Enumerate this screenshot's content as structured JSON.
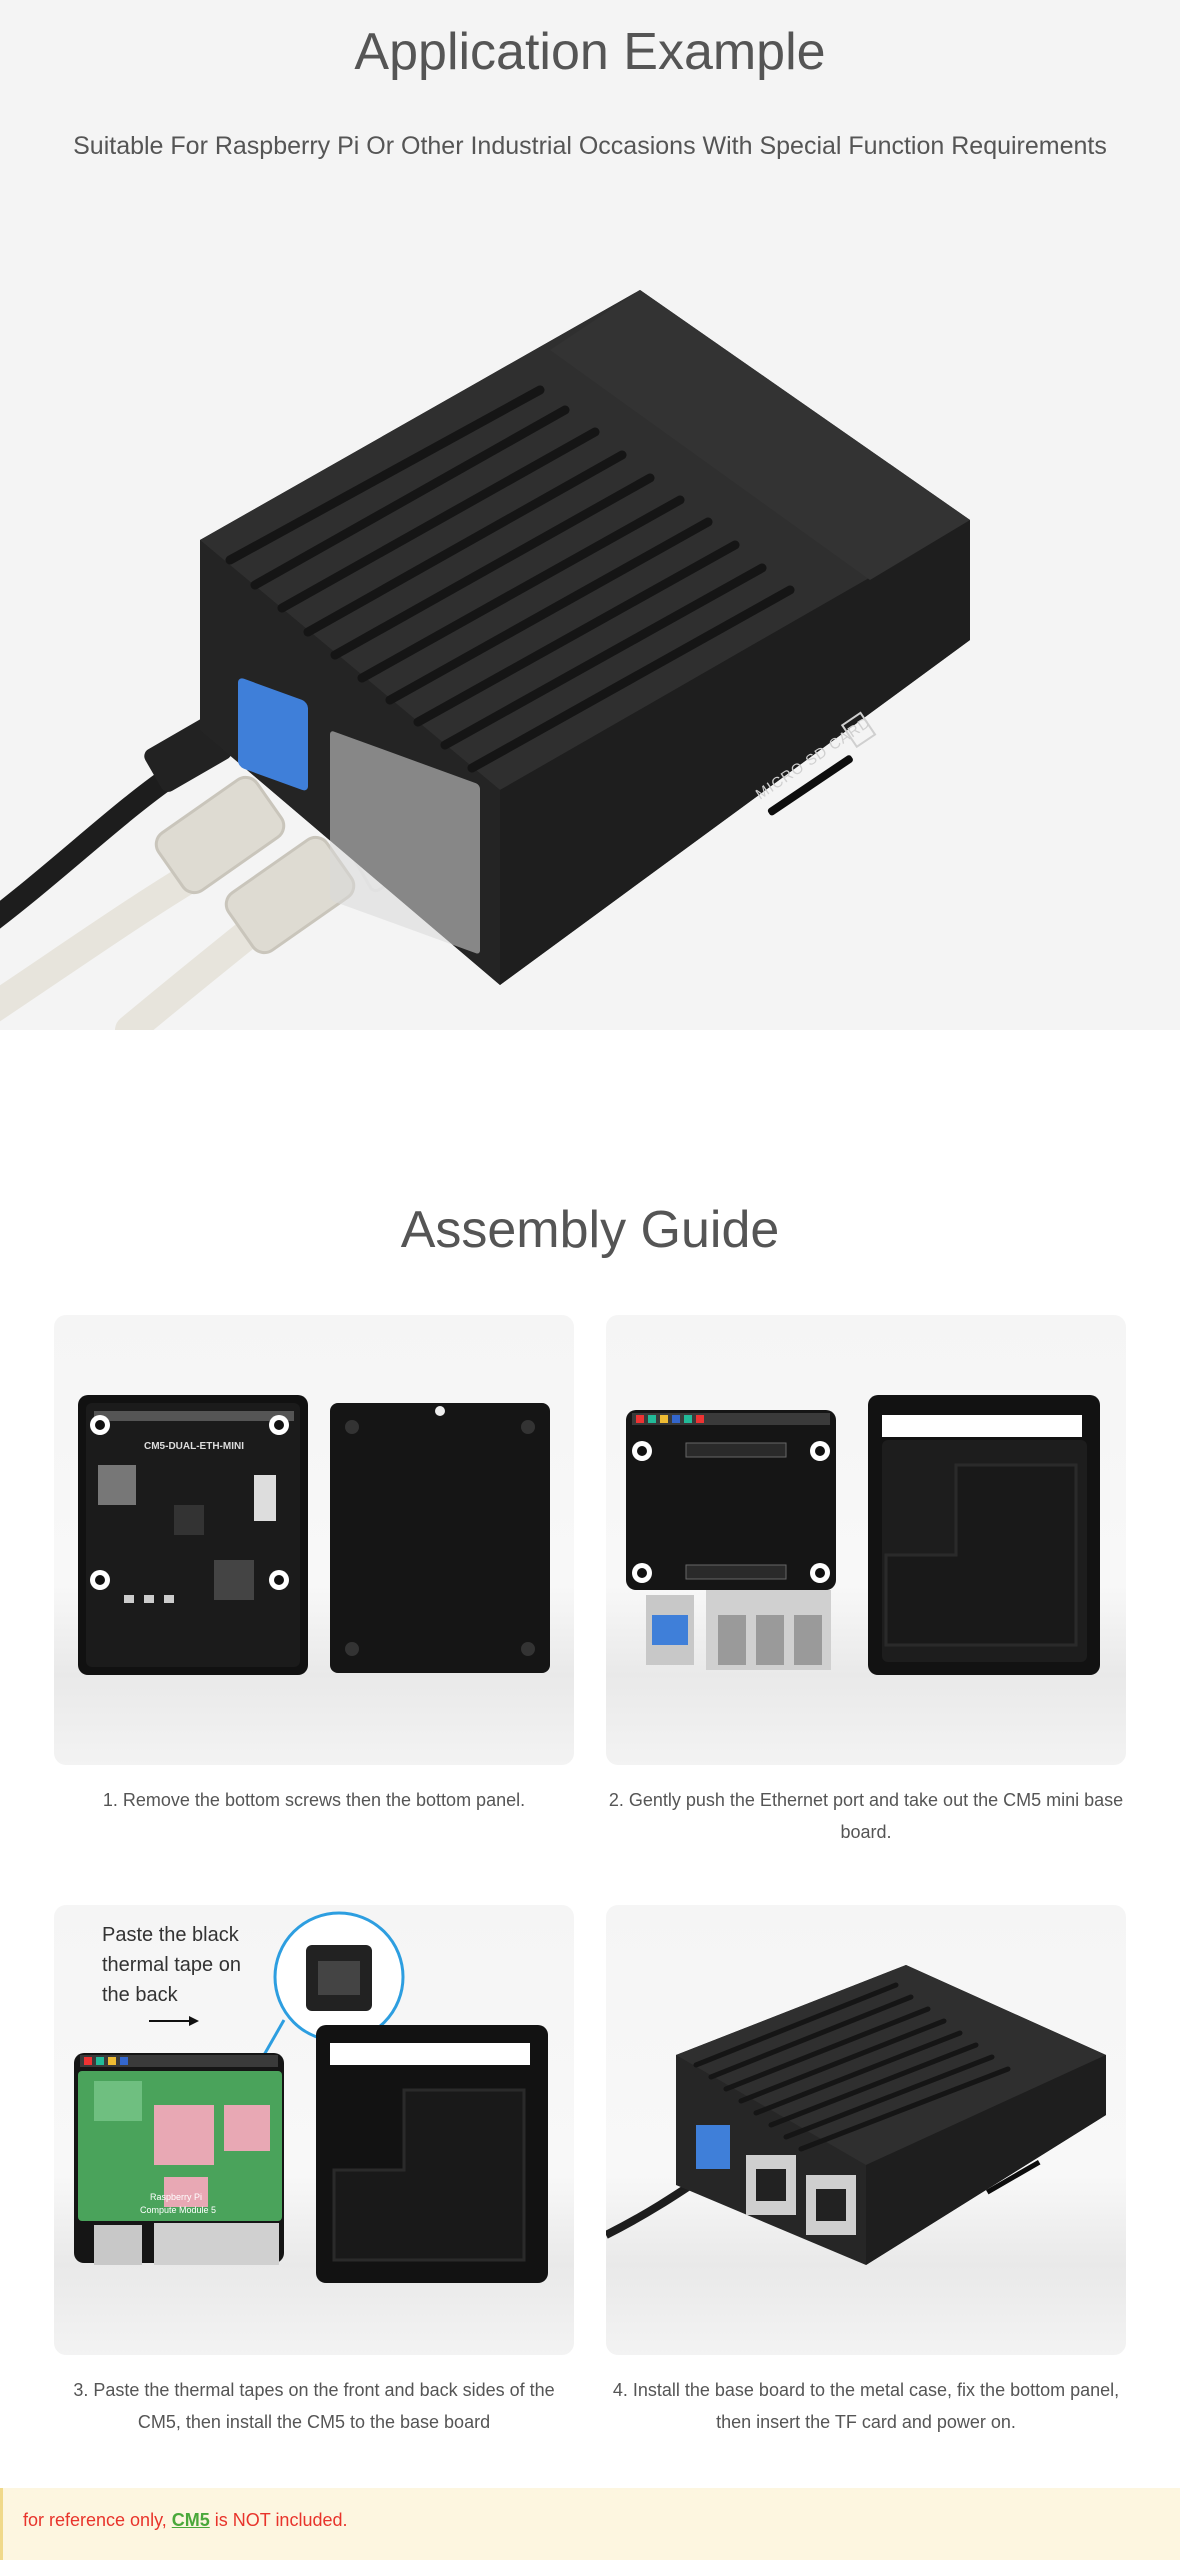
{
  "application": {
    "title": "Application Example",
    "subtitle": "Suitable For Raspberry Pi Or Other Industrial Occasions With Special Function Requirements",
    "case_label": "MICRO SD CARD"
  },
  "assembly": {
    "title": "Assembly Guide",
    "board_label": "CM5-DUAL-ETH-MINI",
    "callout": [
      "Paste the black",
      "thermal tape on",
      "the back"
    ],
    "cm5_label": [
      "Raspberry Pi",
      "Compute Module 5"
    ],
    "steps": [
      {
        "caption": "1. Remove the bottom screws then the bottom panel."
      },
      {
        "caption": "2. Gently push the Ethernet port and take out the CM5 mini base board."
      },
      {
        "caption": "3. Paste the thermal tapes on the front and back sides of the CM5, then install the CM5 to the base board"
      },
      {
        "caption": "4. Install the base board to the metal case, fix the bottom panel, then insert the TF card and power on."
      }
    ]
  },
  "note": {
    "prefix": "for reference only, ",
    "link": "CM5",
    "suffix": " is NOT included."
  },
  "colors": {
    "case": "#2b2b2b",
    "note_text": "#e8342b",
    "note_link": "#4aa83a",
    "callout_ring": "#2d9ee0"
  }
}
